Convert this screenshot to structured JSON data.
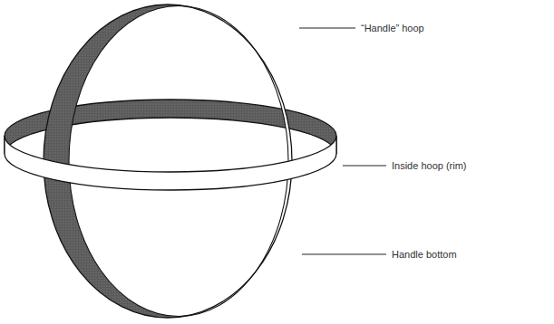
{
  "diagram": {
    "labels": [
      "“Handle” hoop",
      "Inside hoop (rim)",
      "Handle bottom"
    ]
  }
}
